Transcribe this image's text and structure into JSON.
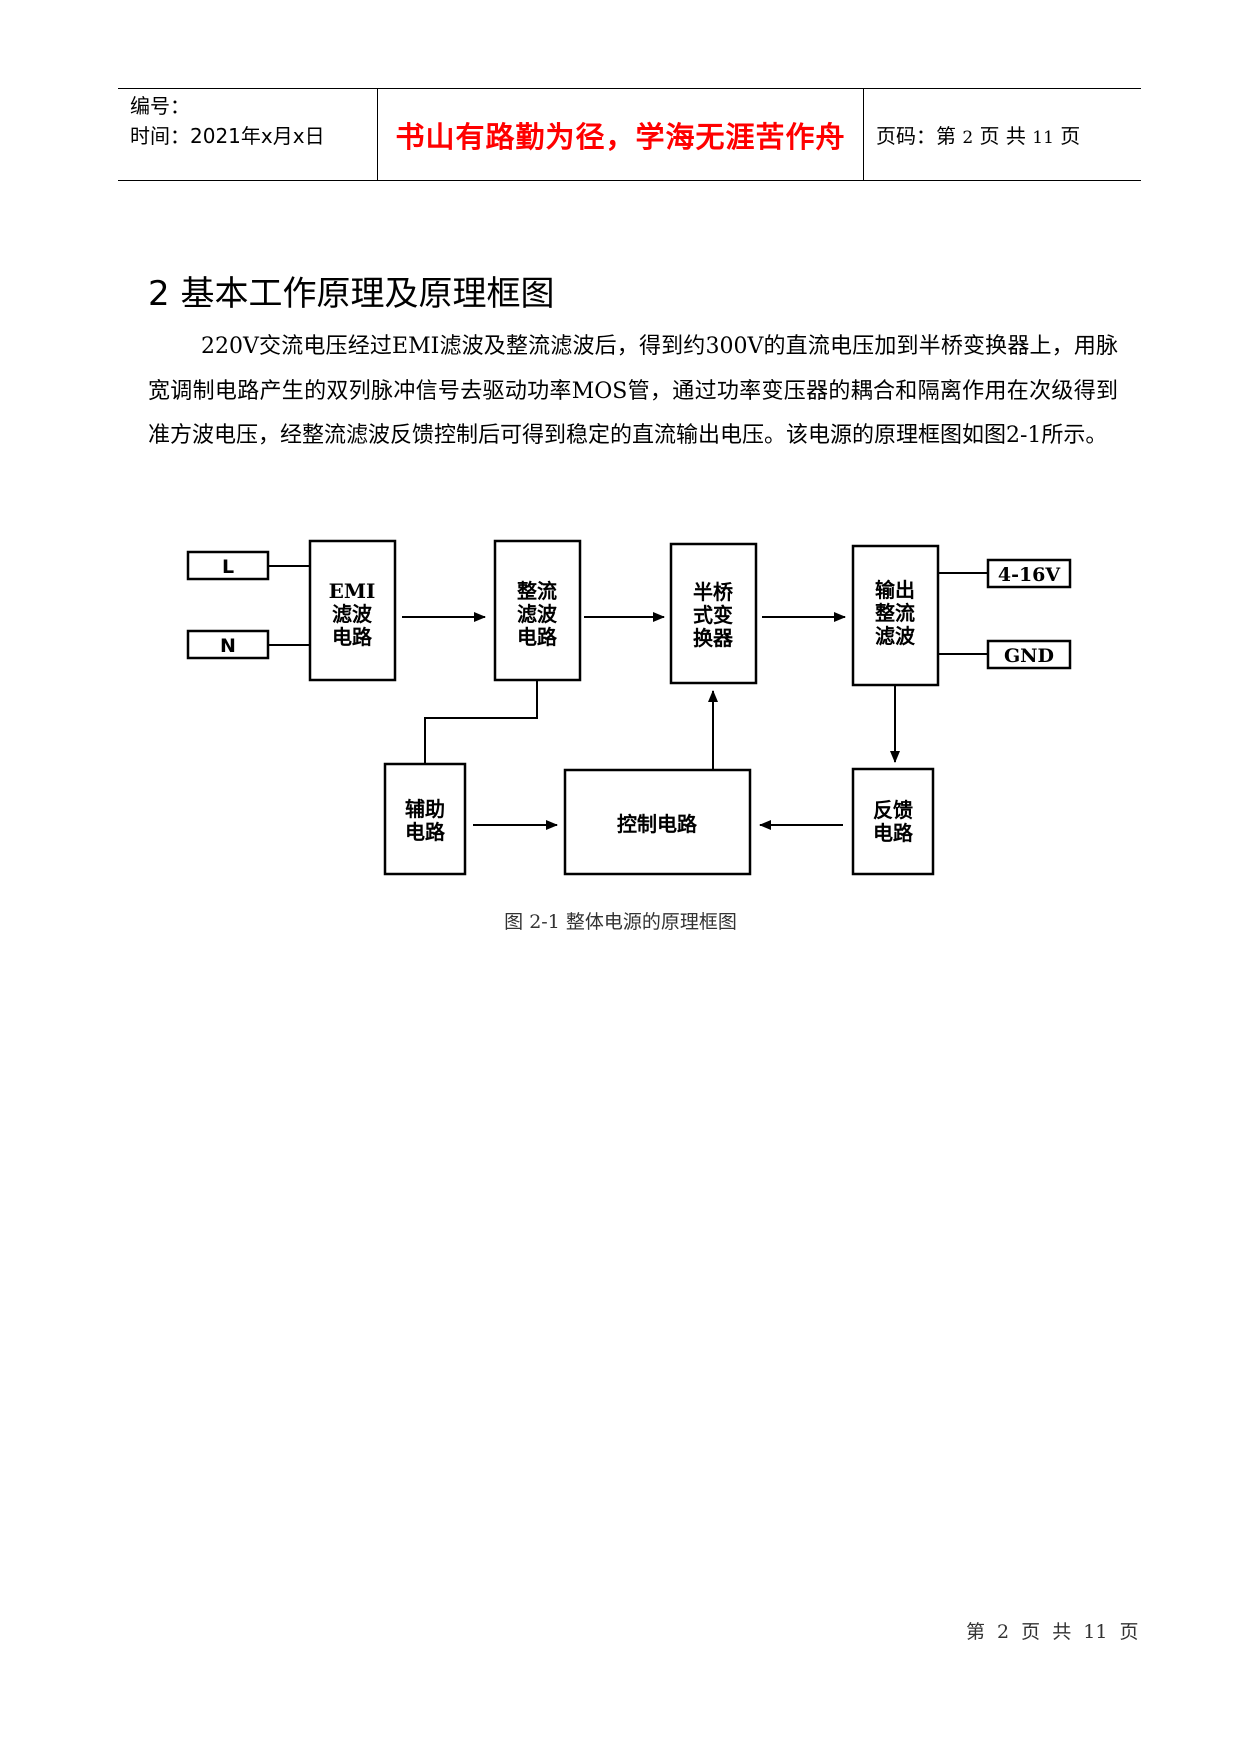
{
  "header": {
    "number_label": "编号：",
    "time_label": "时间：2021年x月x日",
    "motto": "书山有路勤为径，学海无涯苦作舟",
    "page_prefix": "页码：第",
    "page_current": "2",
    "page_mid": "页  共",
    "page_total": "11",
    "page_suffix": "页"
  },
  "section": {
    "title": "2  基本工作原理及原理框图",
    "paragraph": "220V交流电压经过EMI滤波及整流滤波后，得到约300V的直流电压加到半桥变换器上，用脉宽调制电路产生的双列脉冲信号去驱动功率MOS管，通过功率变压器的耦合和隔离作用在次级得到准方波电压，经整流滤波反馈控制后可得到稳定的直流输出电压。该电源的原理框图如图2-1所示。"
  },
  "diagram": {
    "input_l": "L",
    "input_n": "N",
    "emi_line1": "EMI",
    "emi_line2": "滤波",
    "emi_line3": "电路",
    "rect_line1": "整流",
    "rect_line2": "滤波",
    "rect_line3": "电路",
    "half_line1": "半桥",
    "half_line2": "式变",
    "half_line3": "换器",
    "out_line1": "输出",
    "out_line2": "整流",
    "out_line3": "滤波",
    "out_v": "4-16V",
    "out_gnd": "GND",
    "aux_line1": "辅助",
    "aux_line2": "电路",
    "ctrl": "控制电路",
    "fb_line1": "反馈",
    "fb_line2": "电路"
  },
  "caption": "图 2-1 整体电源的原理框图",
  "footer": "第 2 页 共 11 页"
}
